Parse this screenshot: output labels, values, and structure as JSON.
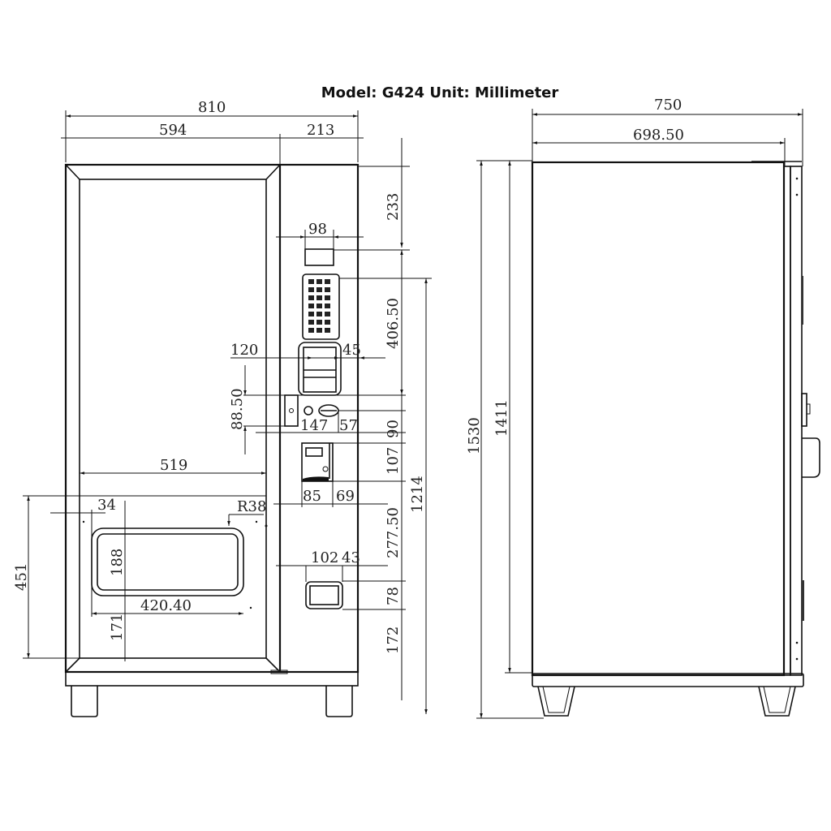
{
  "title": "Model: G424 Unit: Millimeter",
  "front_view": {
    "overall_width": "810",
    "door_width": "594",
    "panel_width": "213",
    "top_to_display": "233",
    "display_width": "98",
    "keypad_to_bill": "406.50",
    "bill_validator_offset": "120",
    "bill_validator_right": "45",
    "coin_height": "88.50",
    "coin_left": "147",
    "coin_right": "57",
    "coin_gap": "90",
    "card_reader_height": "107",
    "card_reader_width": "85",
    "card_reader_right": "69",
    "inner_width": "519",
    "total_height_front": "1214",
    "mid_height": "277.50",
    "dispenser_width": "102",
    "dispenser_right": "43",
    "dispenser_height": "78",
    "bottom_gap": "172",
    "lower_panel_height": "451",
    "window_left_offset": "34",
    "window_radius": "R38",
    "window_height": "188",
    "window_width": "420.40",
    "window_bottom": "171"
  },
  "side_view": {
    "overall_depth": "750",
    "body_depth": "698.50",
    "overall_height": "1530",
    "body_height": "1411"
  }
}
